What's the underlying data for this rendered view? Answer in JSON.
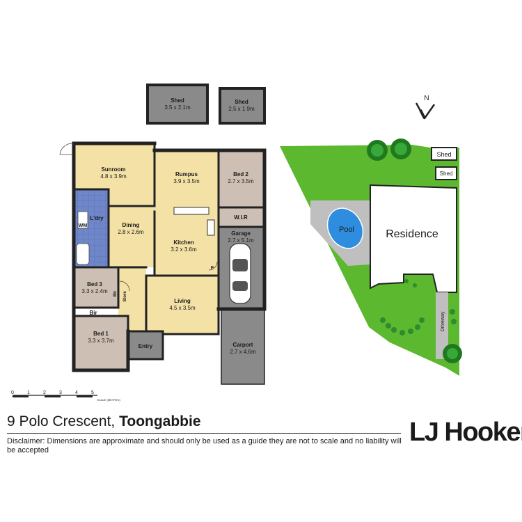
{
  "floorplan": {
    "rooms": [
      {
        "name": "Sunroom",
        "dims": "4.8 x 3.9m"
      },
      {
        "name": "Rumpus",
        "dims": "3.9 x 3.5m"
      },
      {
        "name": "Bed 2",
        "dims": "2.7 x 3.5m"
      },
      {
        "name": "W.I.R",
        "dims": ""
      },
      {
        "name": "L'dry",
        "dims": ""
      },
      {
        "name": "WM",
        "dims": ""
      },
      {
        "name": "Dining",
        "dims": "2.8 x 2.6m"
      },
      {
        "name": "Kitchen",
        "dims": "3.2 x 3.6m"
      },
      {
        "name": "F",
        "dims": ""
      },
      {
        "name": "Garage",
        "dims": "2.7 x 5.1m"
      },
      {
        "name": "Bed 3",
        "dims": "3.3 x 2.4m"
      },
      {
        "name": "Bir",
        "dims": ""
      },
      {
        "name": "Store",
        "dims": ""
      },
      {
        "name": "Living",
        "dims": "4.5 x 3.5m"
      },
      {
        "name": "Bir",
        "dims": ""
      },
      {
        "name": "Bed 1",
        "dims": "3.3 x 3.7m"
      },
      {
        "name": "Entry",
        "dims": ""
      },
      {
        "name": "Carport",
        "dims": "2.7 x 4.6m"
      }
    ],
    "sheds": [
      {
        "name": "Shed",
        "dims": "3.5 x 2.1m"
      },
      {
        "name": "Shed",
        "dims": "2.5 x 1.9m"
      }
    ],
    "scale": {
      "ticks": [
        "0",
        "1",
        "2",
        "3",
        "4",
        "5"
      ],
      "label": "SCALE (METRES)"
    }
  },
  "siteplan": {
    "compass": "N",
    "labels": {
      "pool": "Pool",
      "residence": "Residence",
      "driveway": "Driveway",
      "shed1": "Shed",
      "shed2": "Shed"
    },
    "colors": {
      "lawn": "#5cb82e",
      "paving": "#bfbfbf",
      "pool": "#2f8de0"
    }
  },
  "footer": {
    "address_street": "9 Polo Crescent,",
    "address_suburb": "Toongabbie",
    "disclaimer": "Disclaimer: Dimensions are approximate and should only be used as a guide they are not to scale and no liability will be accepted",
    "brand": "LJ Hooker"
  },
  "colors": {
    "wall": "#222222",
    "room_gold": "#f3e1a6",
    "room_purple": "#c8b4dc",
    "room_taupe": "#cdbfb4",
    "room_gray": "#8a8a8a",
    "tile_blue": "#6f86c8"
  }
}
